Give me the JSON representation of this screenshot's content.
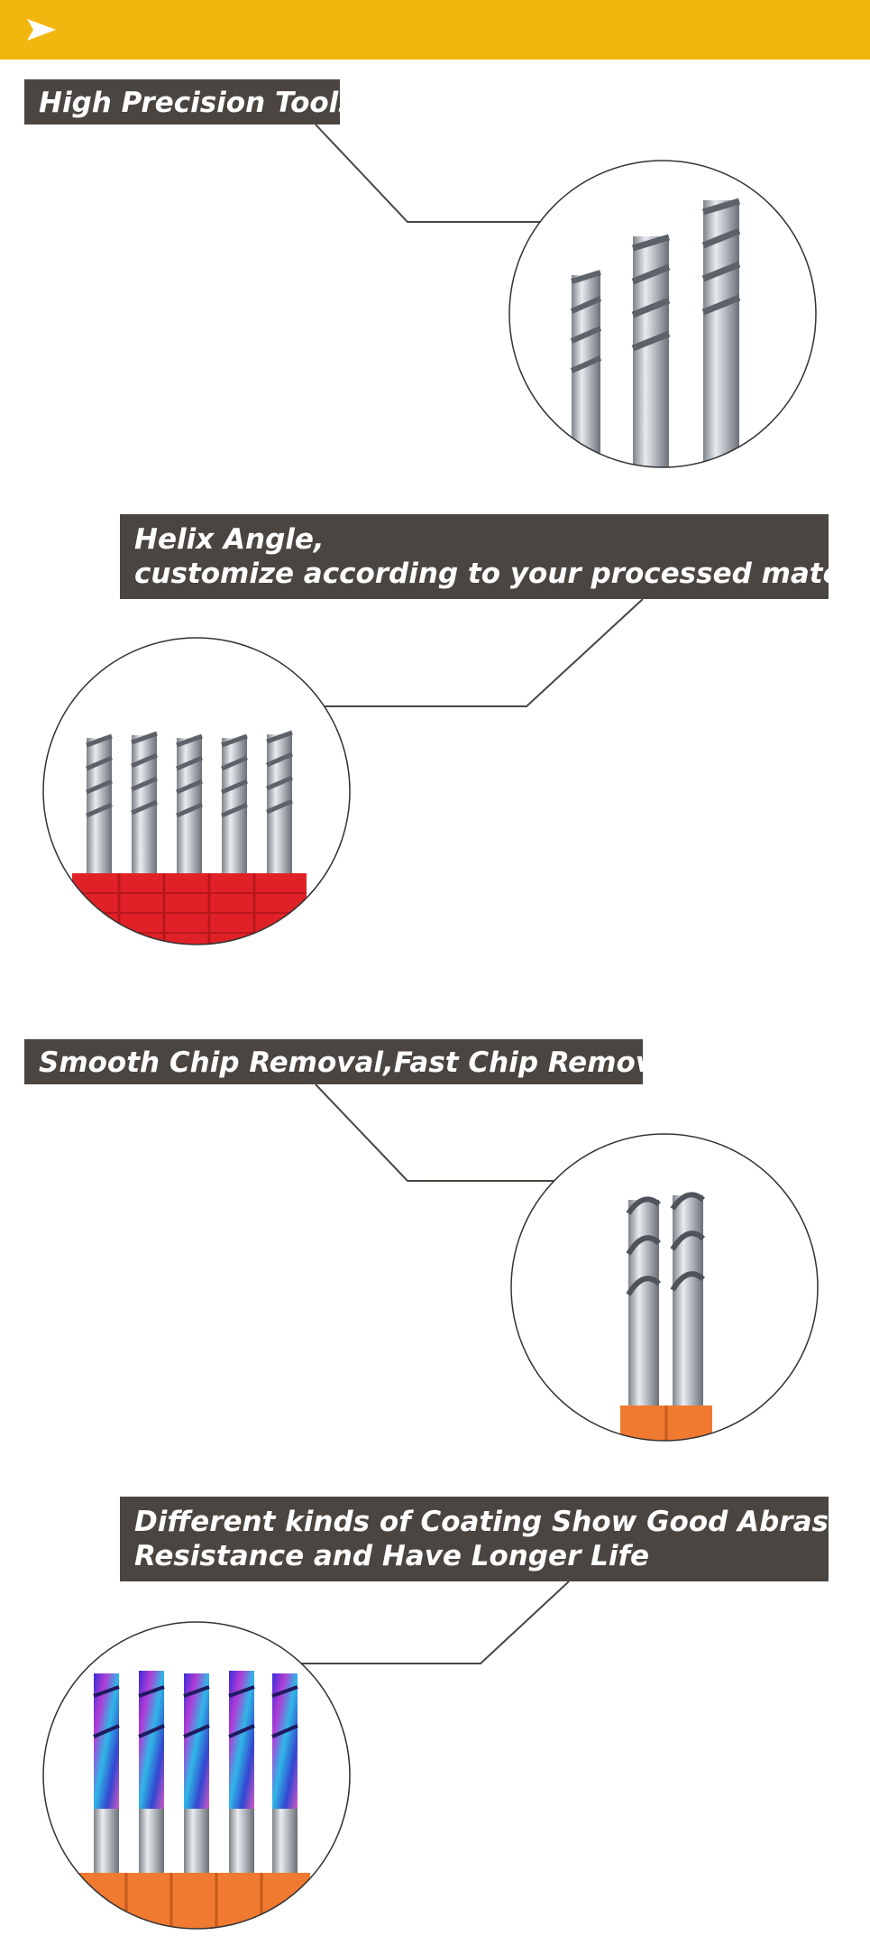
{
  "header": {
    "accent_color": "#f2b70f",
    "arrow_icon": "play-arrow-icon"
  },
  "sections": [
    {
      "title": "High Precision Tools",
      "image": "three silver 3-flute end mills"
    },
    {
      "title_line1": "Helix Angle,",
      "title_line2": "customize according to your processed material",
      "image": "five silver end mills in red holders"
    },
    {
      "title": "Smooth Chip Removal,Fast Chip Removal",
      "image": "two single-flute end mills in orange holder"
    },
    {
      "title_line1": "Different kinds of Coating Show Good Abrasion",
      "title_line2": "Resistance and Have Longer Life",
      "image": "five rainbow coated end mills in orange holders"
    }
  ],
  "colors": {
    "label_bg": "#4a4540",
    "label_text": "#ffffff",
    "holder_red": "#e02228",
    "holder_orange": "#f07a30"
  }
}
